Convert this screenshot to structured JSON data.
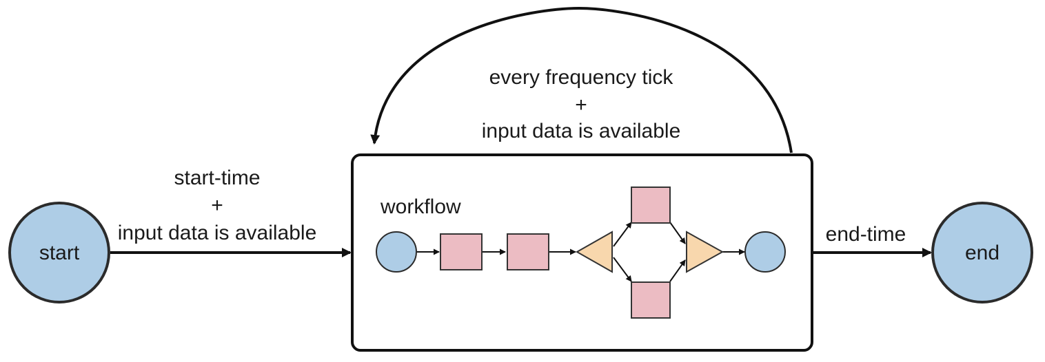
{
  "nodes": {
    "start_label": "start",
    "end_label": "end",
    "workflow_label": "workflow"
  },
  "edges": {
    "start_condition": {
      "line1": "start-time",
      "line2": "+",
      "line3": "input data is available"
    },
    "loop_condition": {
      "line1": "every frequency tick",
      "line2": "+",
      "line3": "input data is available"
    },
    "end_condition": "end-time"
  },
  "colors": {
    "circle_fill": "#aecde6",
    "circle_stroke": "#2b2b2b",
    "action_fill": "#ecbcc3",
    "action_stroke": "#333333",
    "fork_fill": "#f8d7ad",
    "fork_stroke": "#333333",
    "line": "#111111"
  }
}
